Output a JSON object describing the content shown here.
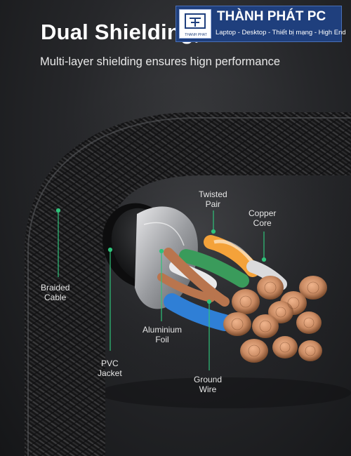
{
  "headline": "Dual Shielding,",
  "subline": "Multi-layer shielding ensures hign performance",
  "watermark": {
    "brand": "THÀNH PHÁT PC",
    "tagline": "Laptop - Desktop - Thiết bị mạng - High End",
    "mark_text": "THANH PHAT"
  },
  "labels": {
    "twisted_pair": [
      "Twisted",
      "Pair"
    ],
    "copper_core": [
      "Copper",
      "Core"
    ],
    "braided_cable": [
      "Braided",
      "Cable"
    ],
    "aluminium_foil": [
      "Aluminium",
      "Foil"
    ],
    "pvc_jacket": [
      "PVC",
      "Jacket"
    ],
    "ground_wire": [
      "Ground",
      "Wire"
    ]
  },
  "colors": {
    "pointer": "#2fc27a",
    "wire_orange": "#f4a23a",
    "wire_green": "#3a9b5b",
    "wire_blue": "#2f7fd6",
    "copper": "#c98a62",
    "logo_blue": "#1f3f7d"
  }
}
